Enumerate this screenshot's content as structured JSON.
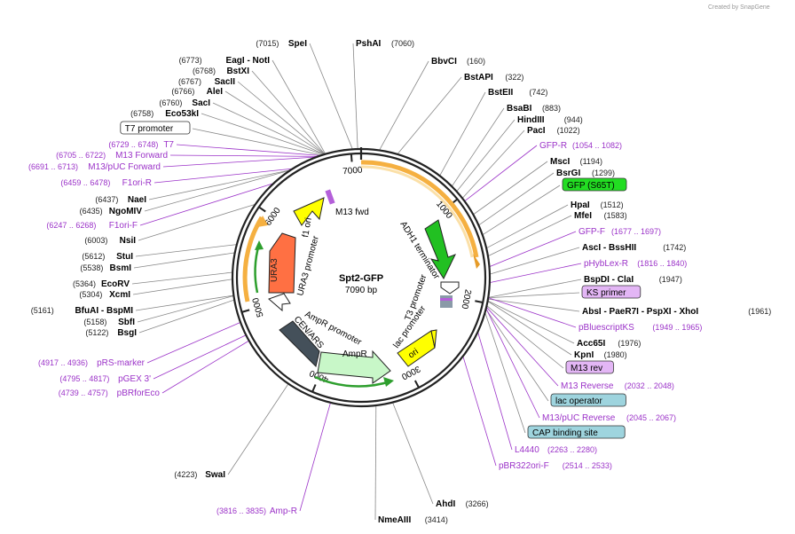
{
  "app": {
    "watermark": "Created by SnapGene"
  },
  "plasmid": {
    "name": "Spt2-GFP",
    "size_label": "7090 bp",
    "length": 7090,
    "ticks": [
      {
        "bp": 1000,
        "label": "1000"
      },
      {
        "bp": 2000,
        "label": "2000"
      },
      {
        "bp": 3000,
        "label": "3000"
      },
      {
        "bp": 4000,
        "label": "4000"
      },
      {
        "bp": 5000,
        "label": "5000"
      },
      {
        "bp": 6000,
        "label": "6000"
      },
      {
        "bp": 7000,
        "label": "7000"
      }
    ]
  },
  "features": [
    {
      "name": "M13 fwd",
      "color": "#ffffff"
    },
    {
      "name": "f1 ori",
      "color": "#ffff00"
    },
    {
      "name": "URA3 promoter",
      "color": "#ffffff"
    },
    {
      "name": "URA3",
      "color": "#ff7043"
    },
    {
      "name": "ADH1 terminator",
      "color": "#ffffff"
    },
    {
      "name": "T3 promoter",
      "color": "#ffffff"
    },
    {
      "name": "lac promoter",
      "color": "#ffffff"
    },
    {
      "name": "ori",
      "color": "#ffff00"
    },
    {
      "name": "AmpR promoter",
      "color": "#ffffff"
    },
    {
      "name": "AmpR",
      "color": "#c8f7c8"
    },
    {
      "name": "CEN/ARS",
      "color": "#44505a"
    },
    {
      "name": "GFP",
      "color": "#22c022"
    }
  ],
  "labels": [
    {
      "name": "SpeI",
      "pos": "(7015)",
      "bold": true
    },
    {
      "name": "PshAI",
      "pos": "(7060)",
      "bold": true
    },
    {
      "name": "BbvCI",
      "pos": "(160)",
      "bold": true
    },
    {
      "name": "BstAPI",
      "pos": "(322)",
      "bold": true
    },
    {
      "name": "BstEII",
      "pos": "(742)",
      "bold": true
    },
    {
      "name": "BsaBI",
      "pos": "(883)",
      "bold": true
    },
    {
      "name": "HindIII",
      "pos": "(944)",
      "bold": true
    },
    {
      "name": "PacI",
      "pos": "(1022)",
      "bold": true
    },
    {
      "name": "GFP-R",
      "pos": "(1054 .. 1082)",
      "purple": true
    },
    {
      "name": "MscI",
      "pos": "(1194)",
      "bold": true
    },
    {
      "name": "BsrGI",
      "pos": "(1299)",
      "bold": true
    },
    {
      "name": "GFP (S65T)",
      "boxed": "green"
    },
    {
      "name": "HpaI",
      "pos": "(1512)",
      "bold": true
    },
    {
      "name": "MfeI",
      "pos": "(1583)",
      "bold": true
    },
    {
      "name": "GFP-F",
      "pos": "(1677 .. 1697)",
      "purple": true
    },
    {
      "name": "AscI - BssHII",
      "pos": "(1742)",
      "bold": true
    },
    {
      "name": "pHybLex-R",
      "pos": "(1816 .. 1840)",
      "purple": true
    },
    {
      "name": "BspDI - ClaI",
      "pos": "(1947)",
      "bold": true
    },
    {
      "name": "KS primer",
      "boxed": "violet"
    },
    {
      "name": "AbsI - PaeR7I - PspXI - XhoI",
      "pos": "(1961)",
      "bold": true
    },
    {
      "name": "pBluescriptKS",
      "pos": "(1949 .. 1965)",
      "purple": true
    },
    {
      "name": "Acc65I",
      "pos": "(1976)",
      "bold": true
    },
    {
      "name": "KpnI",
      "pos": "(1980)",
      "bold": true
    },
    {
      "name": "M13 rev",
      "boxed": "violet"
    },
    {
      "name": "M13 Reverse",
      "pos": "(2032 .. 2048)",
      "purple": true
    },
    {
      "name": "lac operator",
      "boxed": "teal"
    },
    {
      "name": "M13/pUC Reverse",
      "pos": "(2045 .. 2067)",
      "purple": true
    },
    {
      "name": "CAP binding site",
      "boxed": "teal"
    },
    {
      "name": "L4440",
      "pos": "(2263 .. 2280)",
      "purple": true
    },
    {
      "name": "pBR322ori-F",
      "pos": "(2514 .. 2533)",
      "purple": true
    },
    {
      "name": "AhdI",
      "pos": "(3266)",
      "bold": true
    },
    {
      "name": "NmeAIII",
      "pos": "(3414)",
      "bold": true
    },
    {
      "name": "SwaI",
      "pos": "(4223)",
      "bold": true
    },
    {
      "name": "Amp-R",
      "pos": "(3816 .. 3835)",
      "purple": true
    },
    {
      "name": "pBRforEco",
      "pos": "(4739 .. 4757)",
      "purple": true
    },
    {
      "name": "pGEX 3'",
      "pos": "(4795 .. 4817)",
      "purple": true
    },
    {
      "name": "pRS-marker",
      "pos": "(4917 .. 4936)",
      "purple": true
    },
    {
      "name": "BsgI",
      "pos": "(5122)",
      "bold": true
    },
    {
      "name": "SbfI",
      "pos": "(5158)",
      "bold": true
    },
    {
      "name": "BfuAI - BspMI",
      "pos": "(5161)",
      "bold": true
    },
    {
      "name": "XcmI",
      "pos": "(5304)",
      "bold": true
    },
    {
      "name": "EcoRV",
      "pos": "(5364)",
      "bold": true
    },
    {
      "name": "BsmI",
      "pos": "(5538)",
      "bold": true
    },
    {
      "name": "StuI",
      "pos": "(5612)",
      "bold": true
    },
    {
      "name": "NsiI",
      "pos": "(6003)",
      "bold": true
    },
    {
      "name": "F1ori-F",
      "pos": "(6247 .. 6268)",
      "purple": true
    },
    {
      "name": "NgoMIV",
      "pos": "(6435)",
      "bold": true
    },
    {
      "name": "NaeI",
      "pos": "(6437)",
      "bold": true
    },
    {
      "name": "F1ori-R",
      "pos": "(6459 .. 6478)",
      "purple": true
    },
    {
      "name": "M13/pUC Forward",
      "pos": "(6691 .. 6713)",
      "purple": true
    },
    {
      "name": "M13 Forward",
      "pos": "(6705 .. 6722)",
      "purple": true
    },
    {
      "name": "T7",
      "pos": "(6729 .. 6748)",
      "purple": true
    },
    {
      "name": "T7 promoter",
      "boxed": "white"
    },
    {
      "name": "Eco53kI",
      "pos": "(6758)",
      "bold": true
    },
    {
      "name": "SacI",
      "pos": "(6760)",
      "bold": true
    },
    {
      "name": "AleI",
      "pos": "(6766)",
      "bold": true
    },
    {
      "name": "SacII",
      "pos": "(6767)",
      "bold": true
    },
    {
      "name": "BstXI",
      "pos": "(6768)",
      "bold": true
    },
    {
      "name": "EagI - NotI",
      "pos": "(6773)",
      "bold": true
    }
  ]
}
